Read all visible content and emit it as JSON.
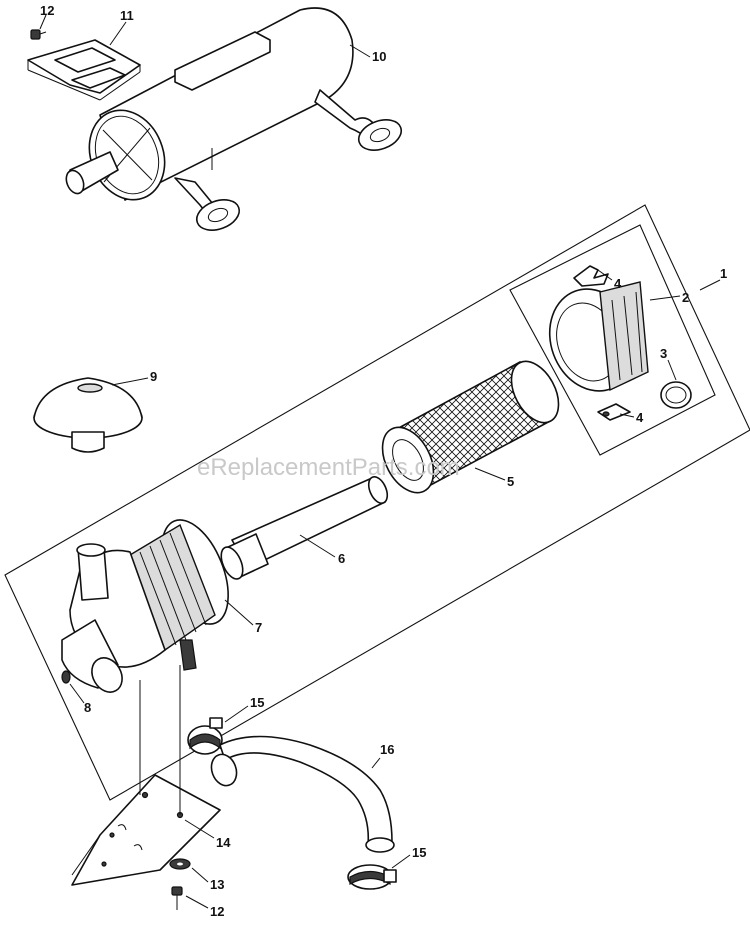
{
  "watermark": "eReplacementParts.com",
  "callouts": {
    "c1": "1",
    "c2": "2",
    "c3": "3",
    "c4a": "4",
    "c4b": "4",
    "c5": "5",
    "c6": "6",
    "c7": "7",
    "c8": "8",
    "c9": "9",
    "c10": "10",
    "c11": "11",
    "c12a": "12",
    "c12b": "12",
    "c13": "13",
    "c14": "14",
    "c15a": "15",
    "c15b": "15",
    "c16": "16"
  }
}
